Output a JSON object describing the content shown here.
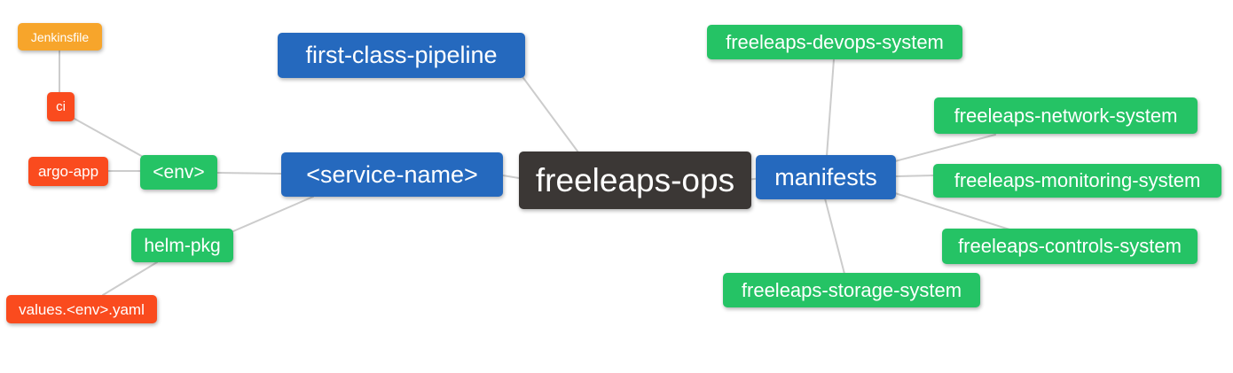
{
  "diagram": {
    "type": "mindmap",
    "root_label": "freeleaps-ops",
    "colors": {
      "root_bg": "#3B3735",
      "branch_bg": "#2569BE",
      "leaf_green_bg": "#25C365",
      "leaf_red_bg": "#FA4B1E",
      "leaf_orange_bg": "#F7A52B",
      "edge": "#CCCCCC",
      "text": "#FFFFFF",
      "canvas_bg": "#FFFFFF"
    },
    "nodes": {
      "jenkinsfile": {
        "label": "Jenkinsfile",
        "color": "#F7A52B"
      },
      "ci": {
        "label": "ci",
        "color": "#FA4B1E"
      },
      "argo_app": {
        "label": "argo-app",
        "color": "#FA4B1E"
      },
      "env": {
        "label": "<env>",
        "color": "#25C365"
      },
      "helm_pkg": {
        "label": "helm-pkg",
        "color": "#25C365"
      },
      "values_env_yaml": {
        "label": "values.<env>.yaml",
        "color": "#FA4B1E"
      },
      "first_class_pipeline": {
        "label": "first-class-pipeline",
        "color": "#2569BE"
      },
      "service_name": {
        "label": "<service-name>",
        "color": "#2569BE"
      },
      "freeleaps_ops": {
        "label": "freeleaps-ops",
        "color": "#3B3735"
      },
      "manifests": {
        "label": "manifests",
        "color": "#2569BE"
      },
      "devops_system": {
        "label": "freeleaps-devops-system",
        "color": "#25C365"
      },
      "network_system": {
        "label": "freeleaps-network-system",
        "color": "#25C365"
      },
      "monitoring_system": {
        "label": "freeleaps-monitoring-system",
        "color": "#25C365"
      },
      "controls_system": {
        "label": "freeleaps-controls-system",
        "color": "#25C365"
      },
      "storage_system": {
        "label": "freeleaps-storage-system",
        "color": "#25C365"
      }
    },
    "edges": [
      [
        "ci",
        "jenkinsfile"
      ],
      [
        "env",
        "ci"
      ],
      [
        "env",
        "argo_app"
      ],
      [
        "service_name",
        "env"
      ],
      [
        "service_name",
        "helm_pkg"
      ],
      [
        "helm_pkg",
        "values_env_yaml"
      ],
      [
        "freeleaps_ops",
        "service_name"
      ],
      [
        "freeleaps_ops",
        "first_class_pipeline"
      ],
      [
        "freeleaps_ops",
        "manifests"
      ],
      [
        "manifests",
        "devops_system"
      ],
      [
        "manifests",
        "network_system"
      ],
      [
        "manifests",
        "monitoring_system"
      ],
      [
        "manifests",
        "controls_system"
      ],
      [
        "manifests",
        "storage_system"
      ]
    ]
  }
}
